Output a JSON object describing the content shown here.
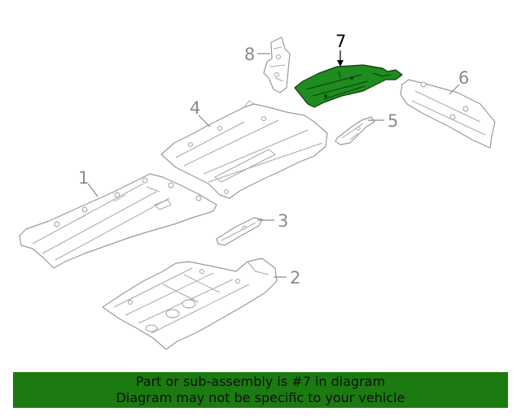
{
  "diagram": {
    "highlighted_part": "7",
    "callouts": {
      "c1": "1",
      "c2": "2",
      "c3": "3",
      "c4": "4",
      "c5": "5",
      "c6": "6",
      "c7": "7",
      "c8": "8"
    },
    "colors": {
      "highlight": "#1e8c1e",
      "banner": "#1b7a10",
      "line": "#9a9a9a"
    }
  },
  "banner": {
    "line1": "Part or sub-assembly is #7 in diagram",
    "line2": "Diagram may not be specific to your vehicle"
  }
}
